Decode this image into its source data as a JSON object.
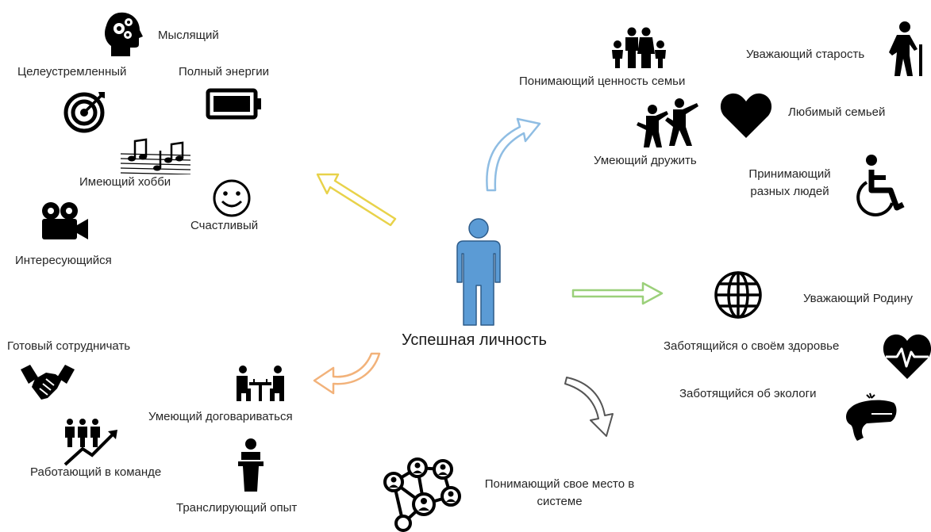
{
  "center": {
    "label": "Успешная личность"
  },
  "colors": {
    "person": "#5b9bd5",
    "person_stroke": "#2e5c8a",
    "arrow_yellow": "#e8d24a",
    "arrow_blue": "#8fbde3",
    "arrow_green": "#9bd07a",
    "arrow_orange": "#f2b27a",
    "arrow_gray": "#555555",
    "icon": "#000000"
  },
  "traits": {
    "thinking": "Мыслящий",
    "purposeful": "Целеустремленный",
    "energetic": "Полный энергии",
    "hobby": "Имеющий хобби",
    "happy": "Счастливый",
    "curious": "Интересующийся",
    "family_value": "Понимающий ценность семьи",
    "respect_age": "Уважающий старость",
    "loved_family": "Любимый семьей",
    "friendly": "Умеющий дружить",
    "accepting": "Принимающий разных людей",
    "homeland": "Уважающий Родину",
    "health": "Заботящийся о своём здоровье",
    "ecology": "Заботящийся об экологи",
    "cooperate": "Готовый сотрудничать",
    "negotiate": "Умеющий договариваться",
    "teamwork": "Работающий в команде",
    "experience": "Транслирующий опыт",
    "system_place": "Понимающий свое место в системе"
  },
  "icons": [
    "head-gears-icon",
    "target-icon",
    "battery-icon",
    "music-notes-icon",
    "smiley-icon",
    "movie-camera-icon",
    "family-icon",
    "elderly-person-icon",
    "heart-icon",
    "friends-dancing-icon",
    "wheelchair-icon",
    "globe-icon",
    "heartbeat-icon",
    "whale-icon",
    "handshake-icon",
    "meeting-table-icon",
    "team-growth-icon",
    "speaker-podium-icon",
    "network-people-icon",
    "person-icon"
  ]
}
